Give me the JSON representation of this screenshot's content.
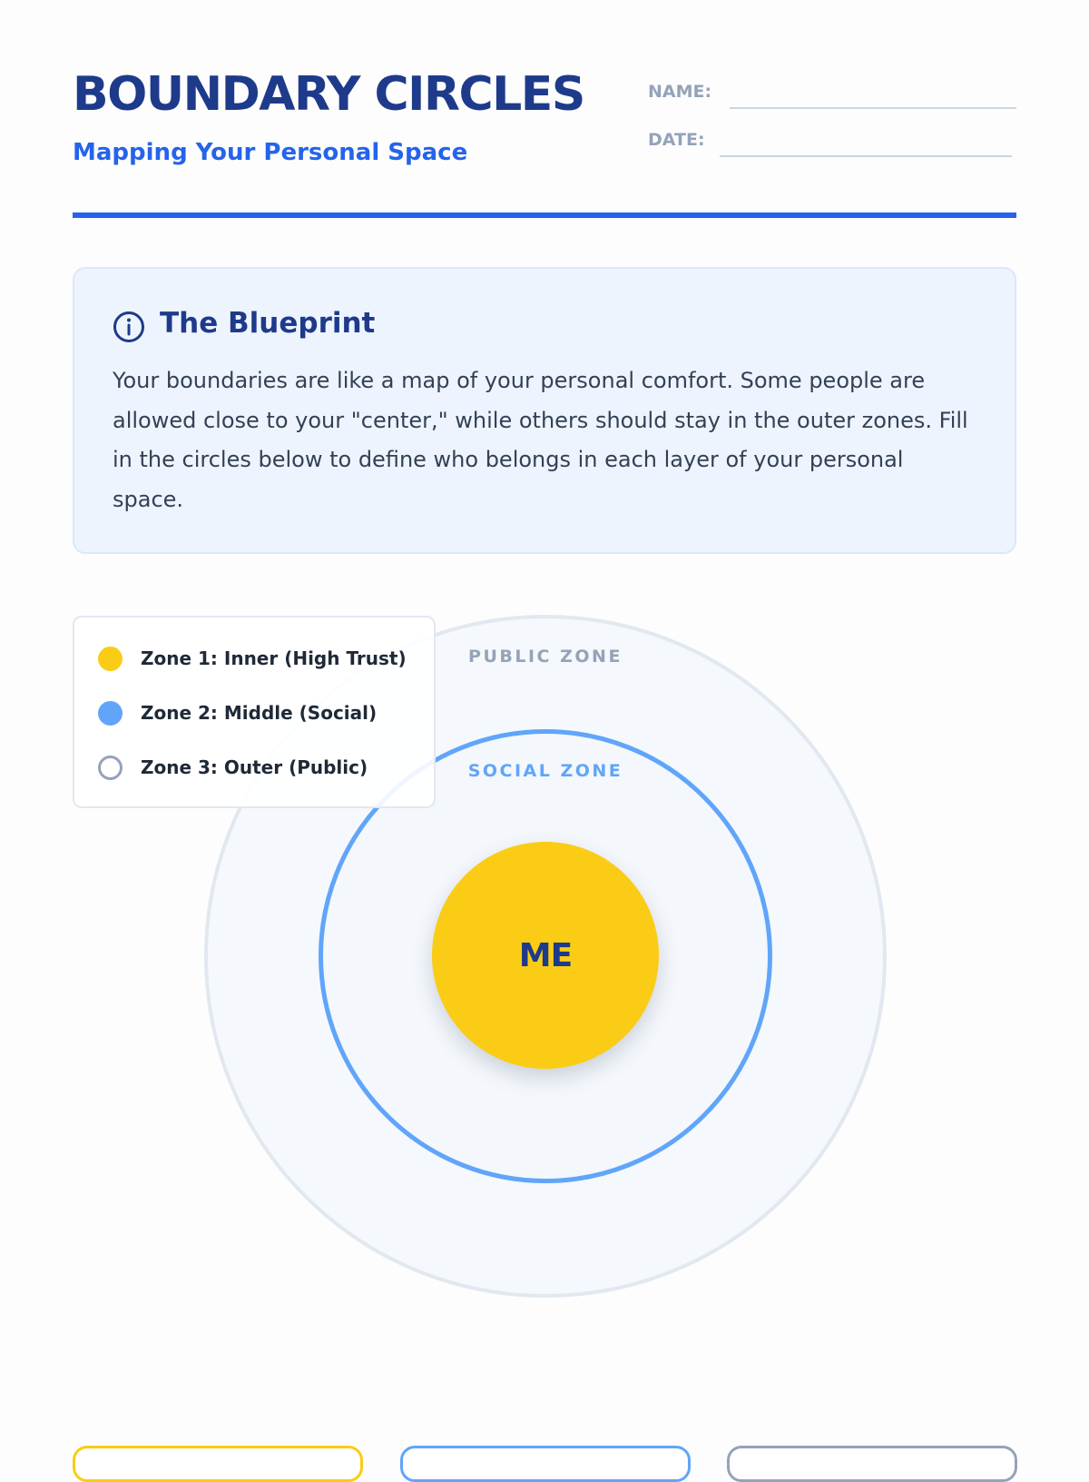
{
  "header": {
    "title": "BOUNDARY CIRCLES",
    "subtitle": "Mapping Your Personal Space",
    "name_label": "NAME:",
    "date_label": "DATE:"
  },
  "blueprint": {
    "icon": "info-circle-icon",
    "title": "The Blueprint",
    "text": "Your boundaries are like a map of your personal comfort. Some people are allowed close to your \"center,\" while others should stay in the outer zones. Fill in the circles below to define who belongs in each layer of your personal space."
  },
  "legend": {
    "items": [
      {
        "label": "Zone 1: Inner (High Trust)",
        "color": "#facc15"
      },
      {
        "label": "Zone 2: Middle (Social)",
        "color": "#60a5fa"
      },
      {
        "label": "Zone 3: Outer (Public)",
        "color": "#94a3b8"
      }
    ]
  },
  "diagram": {
    "outer_label": "PUBLIC ZONE",
    "middle_label": "SOCIAL ZONE",
    "center_label": "ME"
  },
  "colors": {
    "brand_dark": "#1e3a8a",
    "brand_accent": "#2563eb",
    "zone_inner": "#facc15",
    "zone_middle": "#60a5fa",
    "zone_outer": "#94a3b8"
  }
}
